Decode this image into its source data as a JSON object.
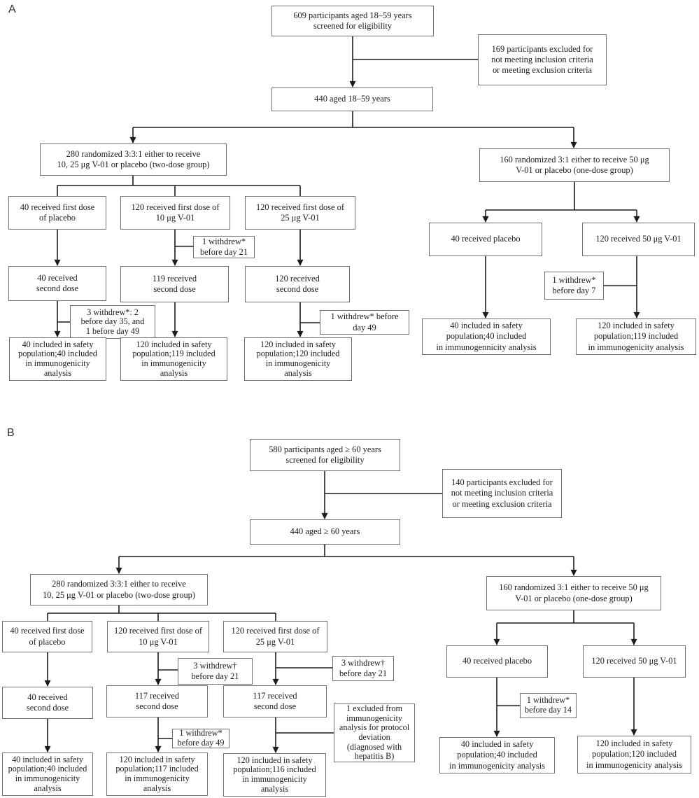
{
  "figure": {
    "panels": [
      {
        "label": "A",
        "nodes": {
          "screened": "609 participants aged 18–59 years\nscreened for eligibility",
          "excluded": "169 participants excluded for\nnot meeting inclusion criteria\nor meeting exclusion criteria",
          "eligible": "440 aged 18–59 years",
          "rand_two": "280 randomized 3:3:1 either to receive\n10, 25 μg V-01 or placebo (two-dose group)",
          "rand_one": "160 randomized 3:1 either to receive 50 μg\nV-01 or placebo (one-dose group)",
          "fd_placebo": "40 received first dose\nof placebo",
          "fd_10": "120 received first dose of\n10 μg V-01",
          "fd_25": "120 received first dose of\n25 μg V-01",
          "w21": "1 withdrew*\nbefore day 21",
          "sd_placebo": "40 received\nsecond dose",
          "sd_10": "119 received\nsecond dose",
          "sd_25": "120 received\nsecond dose",
          "w3549": "3 withdrew*: 2\nbefore day 35, and\n1 before day 49",
          "w49": "1 withdrew* before\nday 49",
          "safety_placebo": "40 included in safety\npopulation;40 included\nin immunogenicity\nanalysis",
          "safety_10": "120 included in safety\npopulation;119 included\nin immunogenicity\nanalysis",
          "safety_25": "120 included in safety\npopulation;120 included\nin immunogenicity\nanalysis",
          "od_placebo": "40 received placebo",
          "od_50": "120 received 50 μg V-01",
          "w7": "1 withdrew*\nbefore day 7",
          "od_safety_placebo": "40 included in safety\npopulation;40 included\nin immunogennicity analysis",
          "od_safety_50": "120 included in safety\npopulation;119 included\nin immunogenicity analysis"
        }
      },
      {
        "label": "B",
        "nodes": {
          "screened": "580 participants aged ≥ 60 years\nscreened for eligibility",
          "excluded": "140 participants excluded for\nnot meeting inclusion criteria\nor meeting exclusion criteria",
          "eligible": "440 aged ≥ 60 years",
          "rand_two": "280 randomized 3:3:1 either to receive\n10, 25 μg V-01 or placebo (two-dose group)",
          "rand_one": "160 randomized 3:1 either to receive 50 μg\nV-01 or placebo (one-dose group)",
          "fd_placebo": "40 received first dose\nof placebo",
          "fd_10": "120 received first dose of\n10 μg V-01",
          "fd_25": "120 received first dose of\n25 μg V-01",
          "w21a": "3 withdrew†\nbefore day 21",
          "w21b": "3 withdrew†\nbefore day 21",
          "sd_placebo": "40 received\nsecond dose",
          "sd_10": "117 received\nsecond dose",
          "sd_25": "117 received\nsecond dose",
          "w49": "1 withdrew*\nbefore day 49",
          "hep_excluded": "1 excluded from\nimmunogenicity\nanalysis for protocol\ndeviation\n(diagnosed with\nhepatitis B)",
          "safety_placebo": "40 included in safety\npopulation;40 included\nin immunogenicity\nanalysis",
          "safety_10": "120 included in safety\npopulation;117 included\nin immunogenicity\nanalysis",
          "safety_25": "120 included in safety\npopulation;116 included\nin immunogenicity\nanalysis",
          "od_placebo": "40 received placebo",
          "od_50": "120 received 50 μg V-01",
          "w14": "1 withdrew*\nbefore day 14",
          "od_safety_placebo": "40 included in safety\npopulation;40 included\nin immunogenicity analysis",
          "od_safety_50": "120 included in safety\npopulation;120 included\nin immunogenicity analysis"
        }
      }
    ]
  }
}
